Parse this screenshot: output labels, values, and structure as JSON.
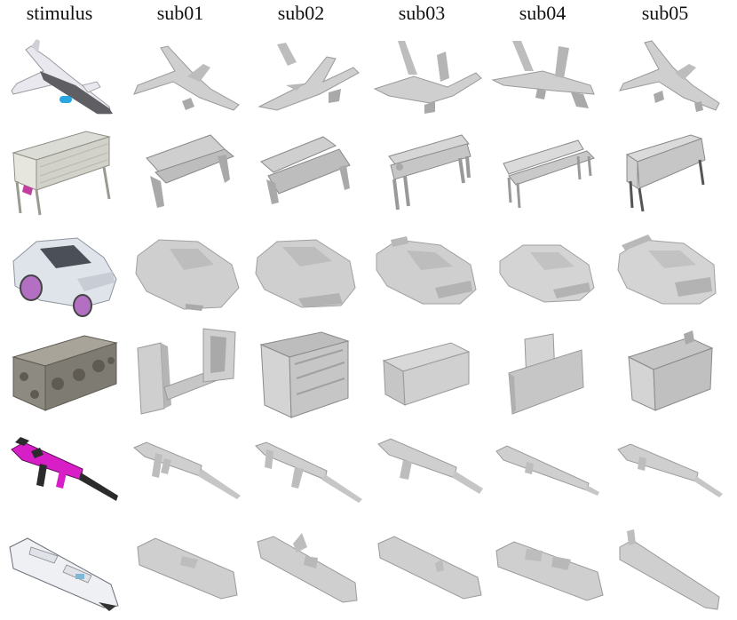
{
  "columns": [
    "stimulus",
    "sub01",
    "sub02",
    "sub03",
    "sub04",
    "sub05"
  ],
  "rows": [
    {
      "category": "airplane"
    },
    {
      "category": "bench"
    },
    {
      "category": "car"
    },
    {
      "category": "cabinet"
    },
    {
      "category": "rifle"
    },
    {
      "category": "ship"
    }
  ],
  "colors": {
    "recon_fill": "#cfcfcf",
    "recon_shade": "#a9a9a9",
    "recon_edge": "#8a8a8a",
    "airplane_body": "#5f5f63",
    "airplane_light": "#e8e8ee",
    "airplane_engine": "#2aa7e0",
    "bench": "#dcdcd6",
    "bench_accent": "#c03fa0",
    "car": "#dfe3ea",
    "car_wheel": "#b36fc1",
    "cabinet": "#8d8a82",
    "cabinet_dark": "#5f5b53",
    "rifle": "#2b2b2b",
    "rifle_accent": "#d81fc7",
    "ship": "#eef0f4",
    "ship_accent": "#7fb8d6"
  }
}
